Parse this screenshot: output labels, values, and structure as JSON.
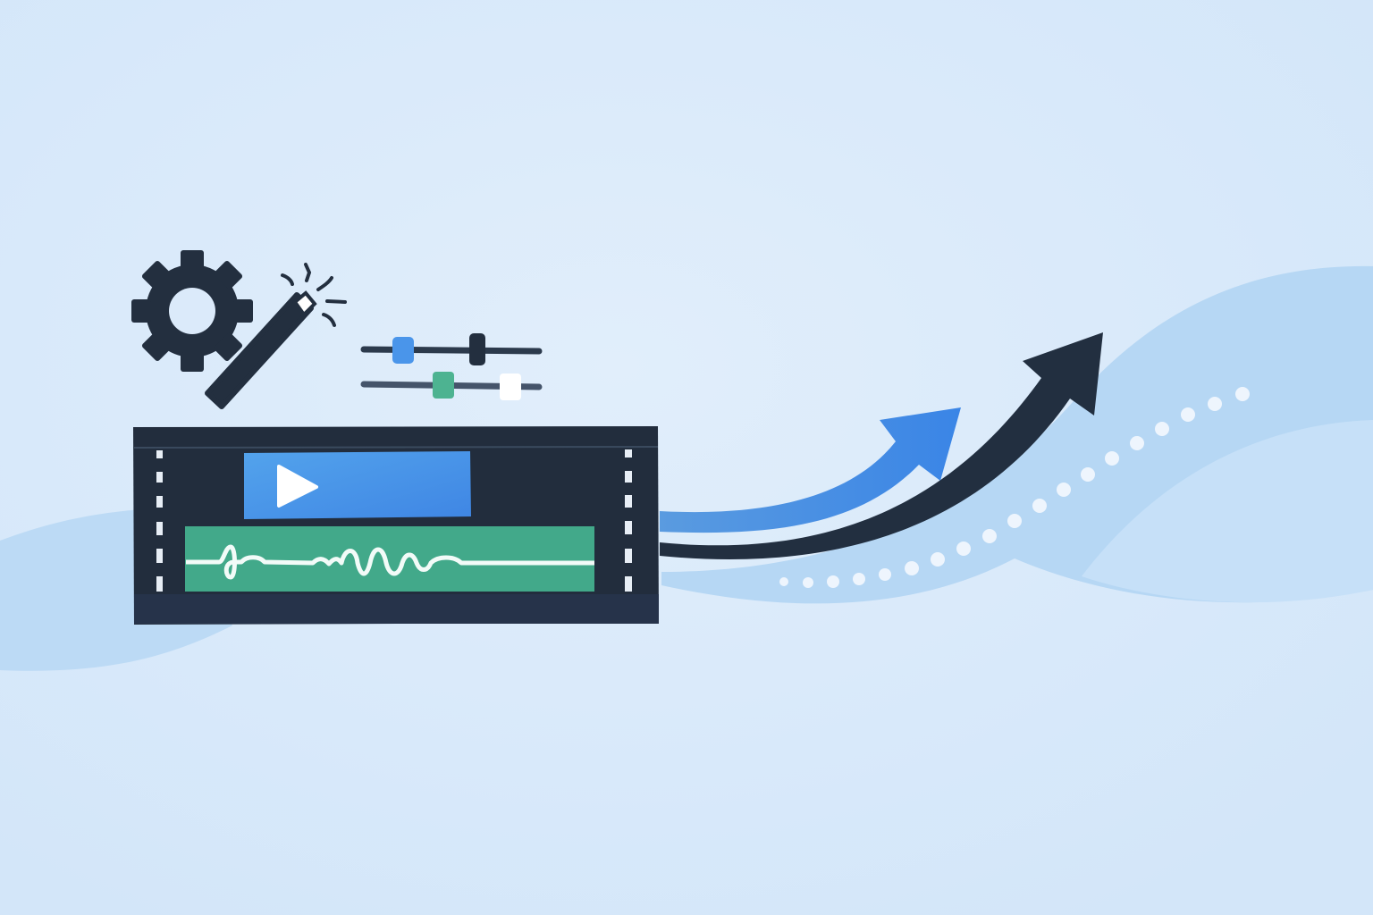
{
  "colors": {
    "background": "#d6e8fa",
    "wave_light": "#c4def7",
    "wave_mid": "#b3d5f4",
    "dark": "#222f40",
    "accent_blue": "#3f8fe6",
    "accent_green": "#42a98a",
    "white": "#ffffff"
  },
  "icons": {
    "settings": "gear-icon",
    "magic": "magic-wand-icon",
    "adjust": "sliders-icon",
    "play": "play-icon",
    "audio": "audio-waveform-icon",
    "growth": "trend-arrow-icon"
  },
  "sliders": [
    {
      "thumbs": [
        0.2,
        0.65
      ]
    },
    {
      "thumbs": [
        0.45,
        0.83
      ]
    }
  ]
}
